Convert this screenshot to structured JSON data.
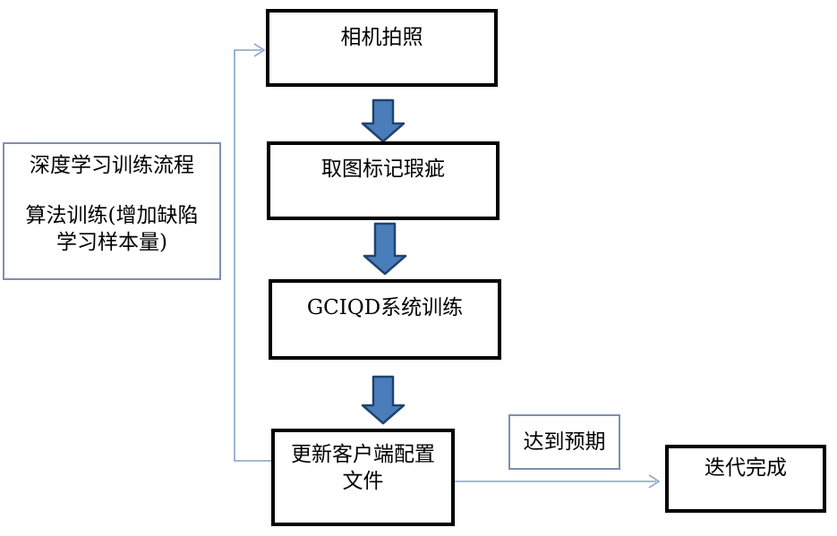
{
  "note_box": {
    "line1": "深度学习训练流程",
    "line2": "算法训练(增加缺陷",
    "line3": "学习样本量)"
  },
  "steps": {
    "step1": "相机拍照",
    "step2": "取图标记瑕疵",
    "step3": "GCIQD系统训练",
    "step4_line1": "更新客户端配置",
    "step4_line2": "文件"
  },
  "branch": {
    "condition": "达到预期",
    "end": "迭代完成"
  },
  "colors": {
    "process_border": "#000000",
    "note_border": "#7e8fb0",
    "block_arrow_fill": "#4a7ebb",
    "block_arrow_outline": "#20436e",
    "connector_line": "#85a1c9",
    "text": "#000000",
    "background": "#ffffff"
  }
}
